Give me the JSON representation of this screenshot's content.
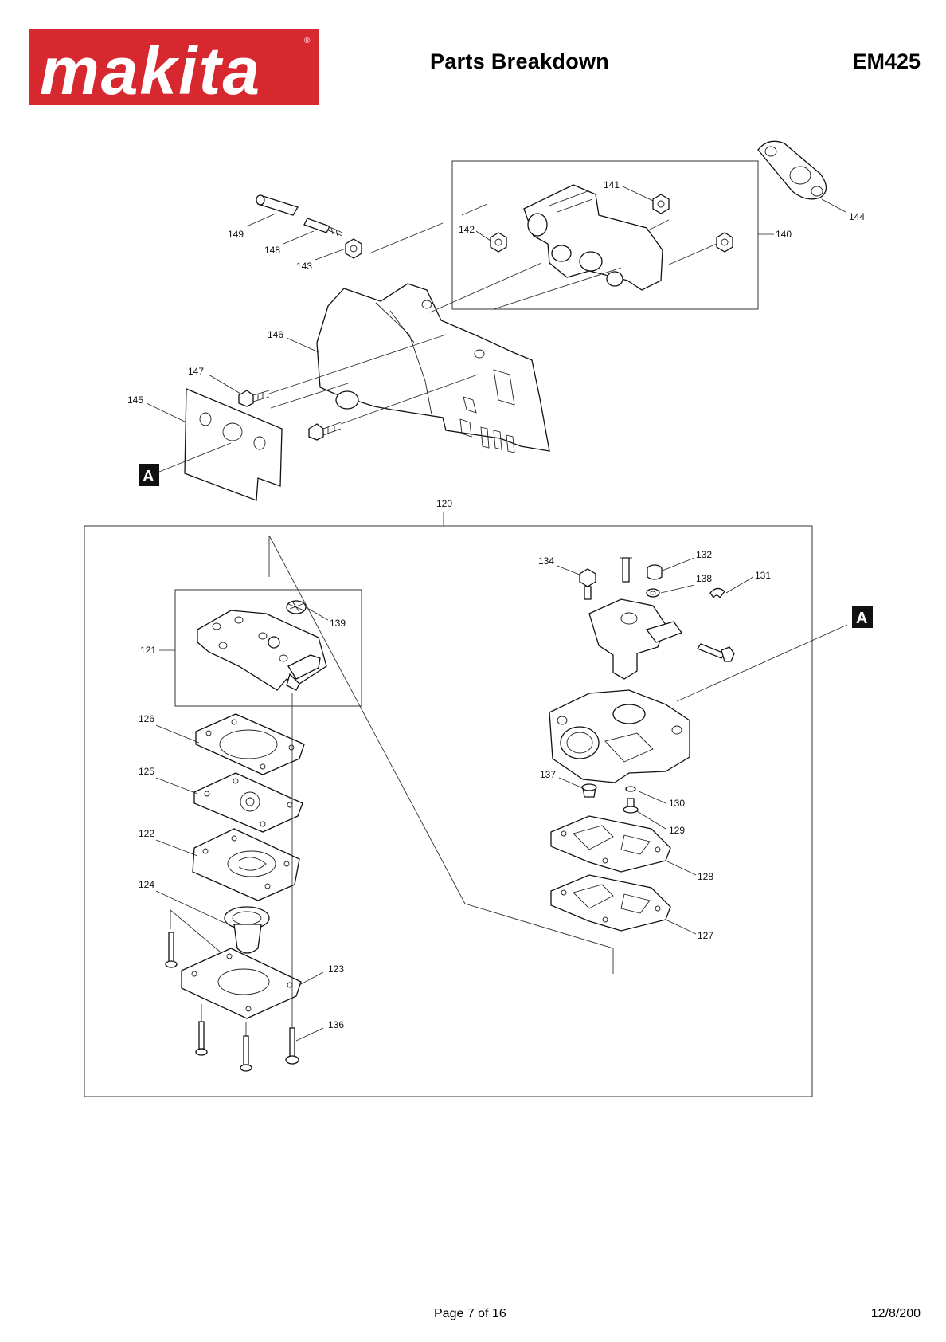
{
  "header": {
    "brand": "makita",
    "registered_mark": "®",
    "title": "Parts Breakdown",
    "model": "EM425"
  },
  "colors": {
    "brand_red": "#d7282f",
    "line": "#111111"
  },
  "diagram": {
    "ref_marker": "A",
    "parts": {
      "p120": "120",
      "p121": "121",
      "p122": "122",
      "p123": "123",
      "p124": "124",
      "p125": "125",
      "p126": "126",
      "p127": "127",
      "p128": "128",
      "p129": "129",
      "p130": "130",
      "p131": "131",
      "p132": "132",
      "p134": "134",
      "p136": "136",
      "p137": "137",
      "p138": "138",
      "p139": "139",
      "p140": "140",
      "p141": "141",
      "p142": "142",
      "p143": "143",
      "p144": "144",
      "p145": "145",
      "p146": "146",
      "p147": "147",
      "p148": "148",
      "p149": "149"
    }
  },
  "footer": {
    "page": "Page 7 of 16",
    "date": "12/8/200"
  }
}
